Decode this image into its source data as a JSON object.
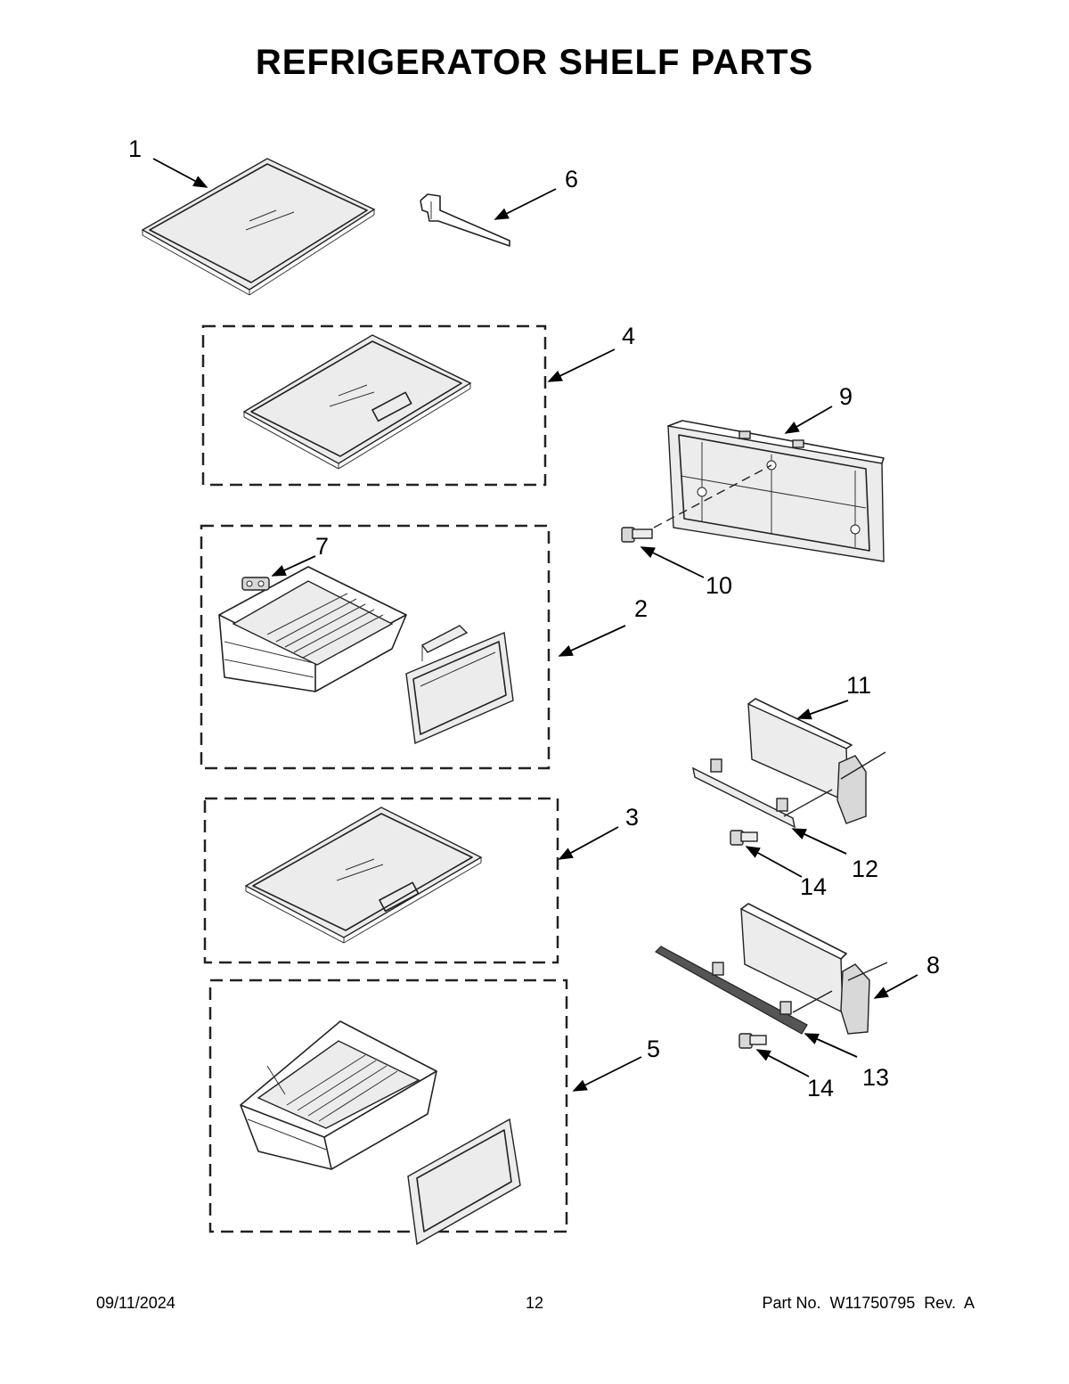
{
  "title": "REFRIGERATOR SHELF PARTS",
  "callouts": [
    "1",
    "2",
    "3",
    "4",
    "5",
    "6",
    "7",
    "8",
    "9",
    "10",
    "11",
    "12",
    "13",
    "14",
    "14"
  ],
  "footer": {
    "date": "09/11/2024",
    "page": "12",
    "part_no": "Part No.  W11750795  Rev.  A"
  }
}
